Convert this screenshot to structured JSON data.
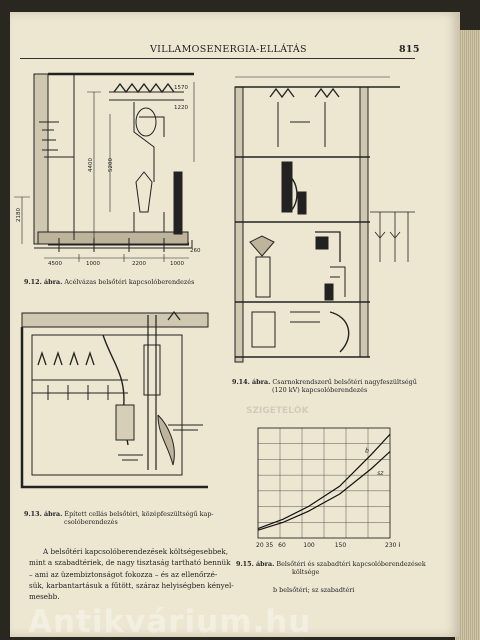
{
  "header": {
    "running_title": "VILLAMOSENERGIA-ELLÁTÁS",
    "page_number": "815"
  },
  "figures": [
    {
      "id": "9.12",
      "caption_no": "9.12. ábra.",
      "caption": "Acélvázas belsőtéri kapcsolóberendezés",
      "dimensions": [
        "1570",
        "1220",
        "5200",
        "4400",
        "2180",
        "4500",
        "1000",
        "2200",
        "1000",
        "260"
      ]
    },
    {
      "id": "9.13",
      "caption_no": "9.13. ábra.",
      "caption_lines": [
        "Épített cellás belsőtéri, középfeszültségű kap-",
        "csolóberendezés"
      ]
    },
    {
      "id": "9.14",
      "caption_no": "9.14. ábra.",
      "caption_lines": [
        "Csarnokrendszerű belsőtéri nagyfeszültségű",
        "(120 kV) kapcsolóberendezés"
      ]
    },
    {
      "id": "9.15",
      "caption_no": "9.15. ábra.",
      "caption_lines": [
        "Belsőtéri és szabadtéri kapcsolóberendezések",
        "költsége"
      ],
      "legend": "b belsőtéri; sz szabadtéri"
    }
  ],
  "chart_data": {
    "type": "line",
    "x": [
      20,
      60,
      100,
      150,
      200,
      230
    ],
    "xticks": [
      "20 35",
      "60",
      "100",
      "150",
      "230 kV"
    ],
    "series": [
      {
        "name": "b",
        "values": [
          0.6,
          1.2,
          2.0,
          3.3,
          5.3,
          6.6
        ]
      },
      {
        "name": "sz",
        "values": [
          0.5,
          1.0,
          1.7,
          2.8,
          4.4,
          5.5
        ]
      }
    ]
  },
  "body_text": [
    "A belsőtéri kapcsolóberendezések költségesebbek,",
    "mint a szabadtériek, de nagy tisztaság tartható bennük",
    "– ami az üzembiztonságot fokozza – és az ellenőrzé-",
    "sük, karbantartásuk a fűtött, száraz helyiségben kényel-",
    "mesebb."
  ],
  "watermark": "Antikvárium.hu",
  "bleed_title": "SZIGETELŐK"
}
